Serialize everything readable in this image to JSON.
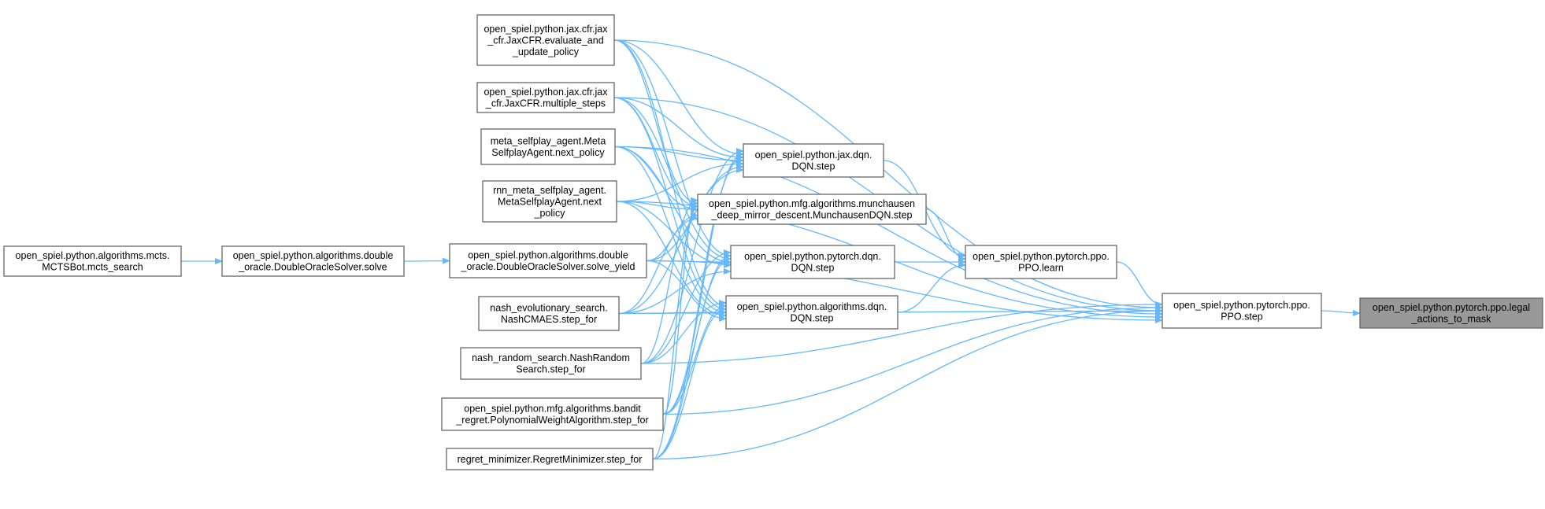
{
  "colors": {
    "edge": "#63b8ff",
    "node_border": "#666666",
    "highlight_fill": "#999999"
  },
  "nodes": [
    {
      "id": "legal",
      "lines": [
        "open_spiel.python.pytorch.ppo.legal",
        "_actions_to_mask"
      ],
      "highlight": true
    },
    {
      "id": "ppo_step",
      "lines": [
        "open_spiel.python.pytorch.ppo.",
        "PPO.step"
      ]
    },
    {
      "id": "ppo_learn",
      "lines": [
        "open_spiel.python.pytorch.ppo.",
        "PPO.learn"
      ]
    },
    {
      "id": "jax_dqn",
      "lines": [
        "open_spiel.python.jax.dqn.",
        "DQN.step"
      ]
    },
    {
      "id": "munch",
      "lines": [
        "open_spiel.python.mfg.algorithms.munchausen",
        "_deep_mirror_descent.MunchausenDQN.step"
      ]
    },
    {
      "id": "torch_dqn",
      "lines": [
        "open_spiel.python.pytorch.dqn.",
        "DQN.step"
      ]
    },
    {
      "id": "alg_dqn",
      "lines": [
        "open_spiel.python.algorithms.dqn.",
        "DQN.step"
      ]
    },
    {
      "id": "jaxcfr_eval",
      "lines": [
        "open_spiel.python.jax.cfr.jax",
        "_cfr.JaxCFR.evaluate_and",
        "_update_policy"
      ]
    },
    {
      "id": "jaxcfr_multi",
      "lines": [
        "open_spiel.python.jax.cfr.jax",
        "_cfr.JaxCFR.multiple_steps"
      ]
    },
    {
      "id": "meta_sp",
      "lines": [
        "meta_selfplay_agent.Meta",
        "SelfplayAgent.next_policy"
      ]
    },
    {
      "id": "rnn_meta",
      "lines": [
        "rnn_meta_selfplay_agent.",
        "MetaSelfplayAgent.next",
        "_policy"
      ]
    },
    {
      "id": "solve_yield",
      "lines": [
        "open_spiel.python.algorithms.double",
        "_oracle.DoubleOracleSolver.solve_yield"
      ]
    },
    {
      "id": "nash_evo",
      "lines": [
        "nash_evolutionary_search.",
        "NashCMAES.step_for"
      ]
    },
    {
      "id": "nash_rand",
      "lines": [
        "nash_random_search.NashRandom",
        "Search.step_for"
      ]
    },
    {
      "id": "bandit",
      "lines": [
        "open_spiel.python.mfg.algorithms.bandit",
        "_regret.PolynomialWeightAlgorithm.step_for"
      ]
    },
    {
      "id": "regret_min",
      "lines": [
        "regret_minimizer.RegretMinimizer.step_for"
      ]
    },
    {
      "id": "solve",
      "lines": [
        "open_spiel.python.algorithms.double",
        "_oracle.DoubleOracleSolver.solve"
      ]
    },
    {
      "id": "mcts",
      "lines": [
        "open_spiel.python.algorithms.mcts.",
        "MCTSBot.mcts_search"
      ]
    }
  ],
  "edges": [
    [
      "ppo_step",
      "legal"
    ],
    [
      "ppo_learn",
      "ppo_step"
    ],
    [
      "jax_dqn",
      "ppo_learn"
    ],
    [
      "munch",
      "ppo_learn"
    ],
    [
      "torch_dqn",
      "ppo_learn"
    ],
    [
      "alg_dqn",
      "ppo_learn"
    ],
    [
      "jaxcfr_eval",
      "ppo_step"
    ],
    [
      "jaxcfr_multi",
      "ppo_step"
    ],
    [
      "meta_sp",
      "ppo_step"
    ],
    [
      "rnn_meta",
      "ppo_step"
    ],
    [
      "solve_yield",
      "ppo_step"
    ],
    [
      "nash_evo",
      "ppo_step"
    ],
    [
      "nash_rand",
      "ppo_step"
    ],
    [
      "bandit",
      "ppo_step"
    ],
    [
      "regret_min",
      "ppo_step"
    ],
    [
      "jaxcfr_eval",
      "jax_dqn"
    ],
    [
      "jaxcfr_multi",
      "jax_dqn"
    ],
    [
      "meta_sp",
      "jax_dqn"
    ],
    [
      "rnn_meta",
      "jax_dqn"
    ],
    [
      "solve_yield",
      "jax_dqn"
    ],
    [
      "nash_evo",
      "jax_dqn"
    ],
    [
      "nash_rand",
      "jax_dqn"
    ],
    [
      "bandit",
      "jax_dqn"
    ],
    [
      "regret_min",
      "jax_dqn"
    ],
    [
      "jaxcfr_eval",
      "munch"
    ],
    [
      "jaxcfr_multi",
      "munch"
    ],
    [
      "meta_sp",
      "munch"
    ],
    [
      "rnn_meta",
      "munch"
    ],
    [
      "solve_yield",
      "munch"
    ],
    [
      "nash_evo",
      "munch"
    ],
    [
      "nash_rand",
      "munch"
    ],
    [
      "bandit",
      "munch"
    ],
    [
      "regret_min",
      "munch"
    ],
    [
      "jaxcfr_eval",
      "torch_dqn"
    ],
    [
      "jaxcfr_multi",
      "torch_dqn"
    ],
    [
      "meta_sp",
      "torch_dqn"
    ],
    [
      "rnn_meta",
      "torch_dqn"
    ],
    [
      "solve_yield",
      "torch_dqn"
    ],
    [
      "nash_evo",
      "torch_dqn"
    ],
    [
      "nash_rand",
      "torch_dqn"
    ],
    [
      "bandit",
      "torch_dqn"
    ],
    [
      "regret_min",
      "torch_dqn"
    ],
    [
      "jaxcfr_eval",
      "alg_dqn"
    ],
    [
      "jaxcfr_multi",
      "alg_dqn"
    ],
    [
      "meta_sp",
      "alg_dqn"
    ],
    [
      "rnn_meta",
      "alg_dqn"
    ],
    [
      "solve_yield",
      "alg_dqn"
    ],
    [
      "nash_evo",
      "alg_dqn"
    ],
    [
      "nash_rand",
      "alg_dqn"
    ],
    [
      "bandit",
      "alg_dqn"
    ],
    [
      "regret_min",
      "alg_dqn"
    ],
    [
      "solve",
      "solve_yield"
    ],
    [
      "mcts",
      "solve"
    ]
  ]
}
